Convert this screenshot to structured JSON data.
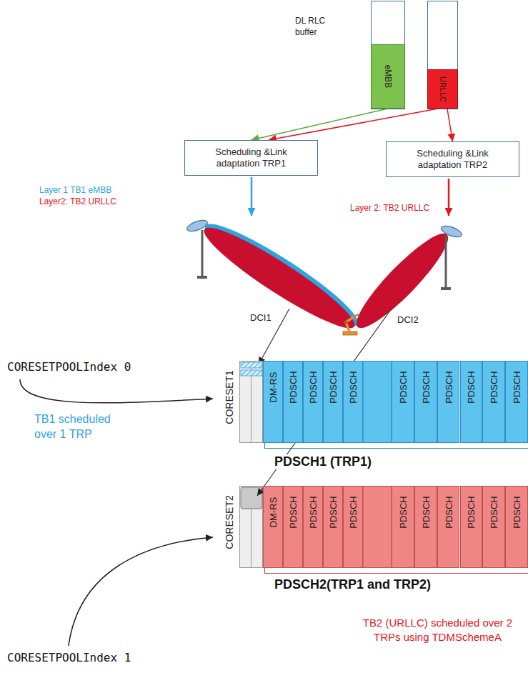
{
  "diagram": {
    "nodes": [
      {
        "text": [
          "eMBB"
        ]
      },
      {
        "text": [
          "URLLC"
        ]
      },
      {
        "text": [
          "Scheduling &Link adaptation TRP1"
        ]
      },
      {
        "text": [
          "Scheduling &Link adaptation TRP2"
        ]
      },
      {
        "text": [
          "PDSCH1 (TRP1)"
        ]
      },
      {
        "text": [
          "DM-RS"
        ],
        "in": 4
      },
      {
        "text": [
          "PDSCH"
        ],
        "in": 4
      },
      {
        "text": [
          "PDSCH"
        ],
        "in": 4
      },
      {
        "text": [
          "PDSCH"
        ],
        "in": 4
      },
      {
        "text": [
          "PDSCH"
        ],
        "in": 4
      },
      {
        "text": [
          "PDSCH"
        ],
        "in": 4
      },
      {
        "text": [
          "PDSCH"
        ],
        "in": 4
      },
      {
        "text": [
          "PDSCH"
        ],
        "in": 4
      },
      {
        "text": [
          "PDSCH"
        ],
        "in": 4
      },
      {
        "text": [
          "PDSCH"
        ],
        "in": 4
      },
      {
        "text": [
          "PDSCH"
        ],
        "in": 4
      },
      {
        "text": [
          "PDSCH2(TRP1 and TRP2)"
        ]
      },
      {
        "text": [
          "DM-RS"
        ],
        "in": 16
      },
      {
        "text": [
          "PDSCH"
        ],
        "in": 16
      },
      {
        "text": [
          "PDSCH"
        ],
        "in": 16
      },
      {
        "text": [
          "PDSCH"
        ],
        "in": 16
      },
      {
        "text": [
          "PDSCH"
        ],
        "in": 16
      },
      {
        "text": [
          "PDSCH"
        ],
        "in": 16
      },
      {
        "text": [
          "PDSCH"
        ],
        "in": 16
      },
      {
        "text": [
          "PDSCH"
        ],
        "in": 16
      },
      {
        "text": [
          "PDSCH"
        ],
        "in": 16
      },
      {
        "text": [
          "PDSCH"
        ],
        "in": 16
      },
      {
        "text": [
          "PDSCH"
        ],
        "in": 16
      }
    ],
    "edges": [
      {
        "from": 0,
        "to": 2,
        "arrow": "to"
      },
      {
        "from": 1,
        "to": 2,
        "arrow": "to"
      },
      {
        "from": 1,
        "to": 3,
        "arrow": "to"
      }
    ],
    "labels": [
      "DL RLC buffer",
      "Layer 1 TB1 eMBB",
      "Layer2: TB2 URLLC",
      "Layer 2: TB2 URLLC",
      "CORESETPOOLIndex 0",
      "DCI1",
      "DCI2",
      "CORESET1",
      "TB1 scheduled over 1 TRP",
      "CORESET2",
      "CORESETPOOLIndex 1",
      "TB2 (URLLC) scheduled over 2 TRPs using TDMSchemeA"
    ]
  }
}
